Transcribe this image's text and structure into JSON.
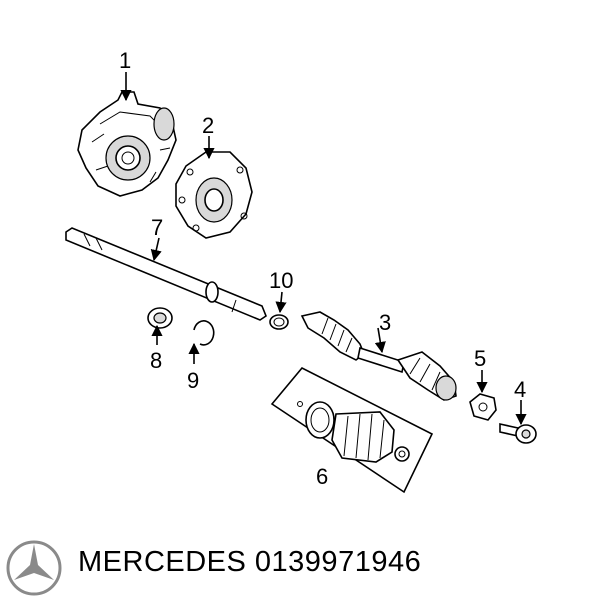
{
  "callouts": {
    "c1": "1",
    "c2": "2",
    "c3": "3",
    "c4": "4",
    "c5": "5",
    "c6": "6",
    "c7": "7",
    "c8": "8",
    "c9": "9",
    "c10": "10"
  },
  "caption": {
    "brand": "MERCEDES",
    "part_number": "0139971946"
  },
  "logo": "mercedes-star-icon"
}
